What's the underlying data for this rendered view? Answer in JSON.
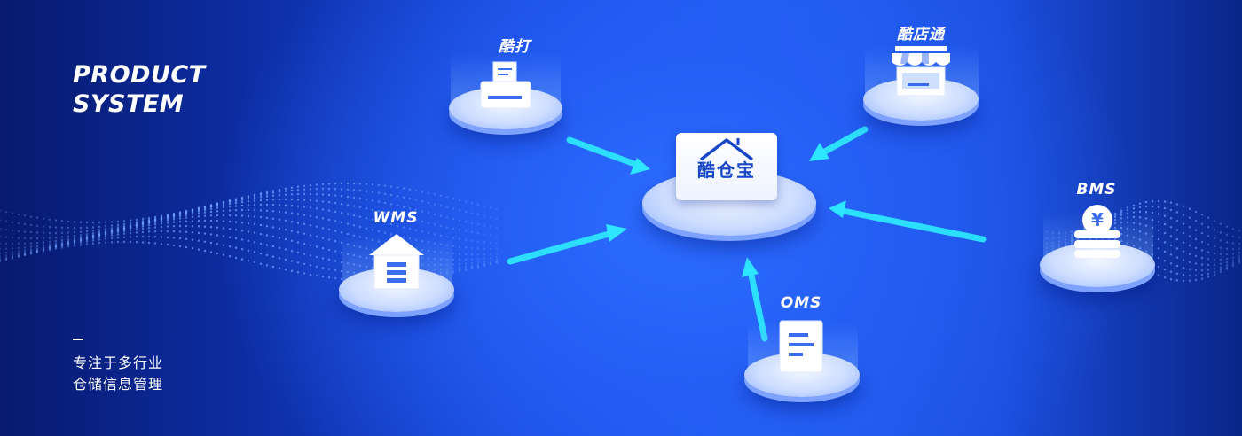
{
  "intro": {
    "headline_line1": "PRODUCT",
    "headline_line2": "SYSTEM",
    "tagline_line1": "专注于多行业",
    "tagline_line2": "仓储信息管理"
  },
  "hub": {
    "logo_text": "酷仓宝",
    "icon": "house-roof-logo-icon"
  },
  "nodes": [
    {
      "id": "kuda",
      "label": "酷打",
      "icon": "printer-icon"
    },
    {
      "id": "kudiantong",
      "label": "酷店通",
      "icon": "storefront-icon"
    },
    {
      "id": "wms",
      "label": "WMS",
      "icon": "warehouse-icon"
    },
    {
      "id": "bms",
      "label": "BMS",
      "icon": "yuan-coin-stack-icon"
    },
    {
      "id": "oms",
      "label": "OMS",
      "icon": "document-icon"
    }
  ],
  "colors": {
    "background_dark": "#071a6e",
    "background_mid": "#2260f4",
    "arrow": "#2de6ff",
    "platform_top": "#f3f7ff",
    "logo_blue": "#1747c8"
  }
}
